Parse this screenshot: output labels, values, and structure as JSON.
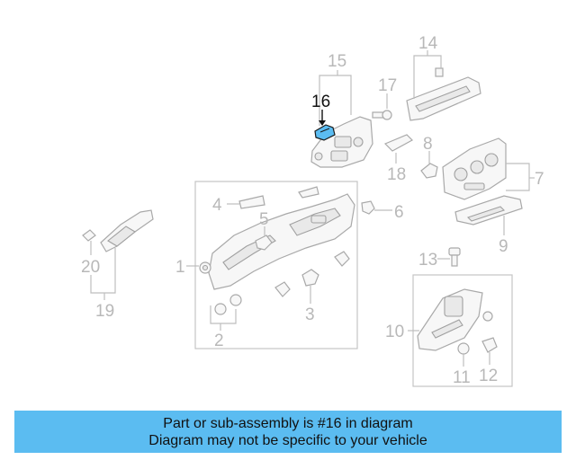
{
  "diagram": {
    "highlight_color": "#5bbcf1",
    "callouts": {
      "c1": "1",
      "c2": "2",
      "c3": "3",
      "c4": "4",
      "c5": "5",
      "c6": "6",
      "c7": "7",
      "c8": "8",
      "c9": "9",
      "c10": "10",
      "c11": "11",
      "c12": "12",
      "c13": "13",
      "c14": "14",
      "c15": "15",
      "c16": "16",
      "c17": "17",
      "c18": "18",
      "c19": "19",
      "c20": "20"
    }
  },
  "banner": {
    "line1": "Part or sub-assembly is #16 in diagram",
    "line2": "Diagram may not be specific to your vehicle",
    "background": "#5bbcf1"
  }
}
